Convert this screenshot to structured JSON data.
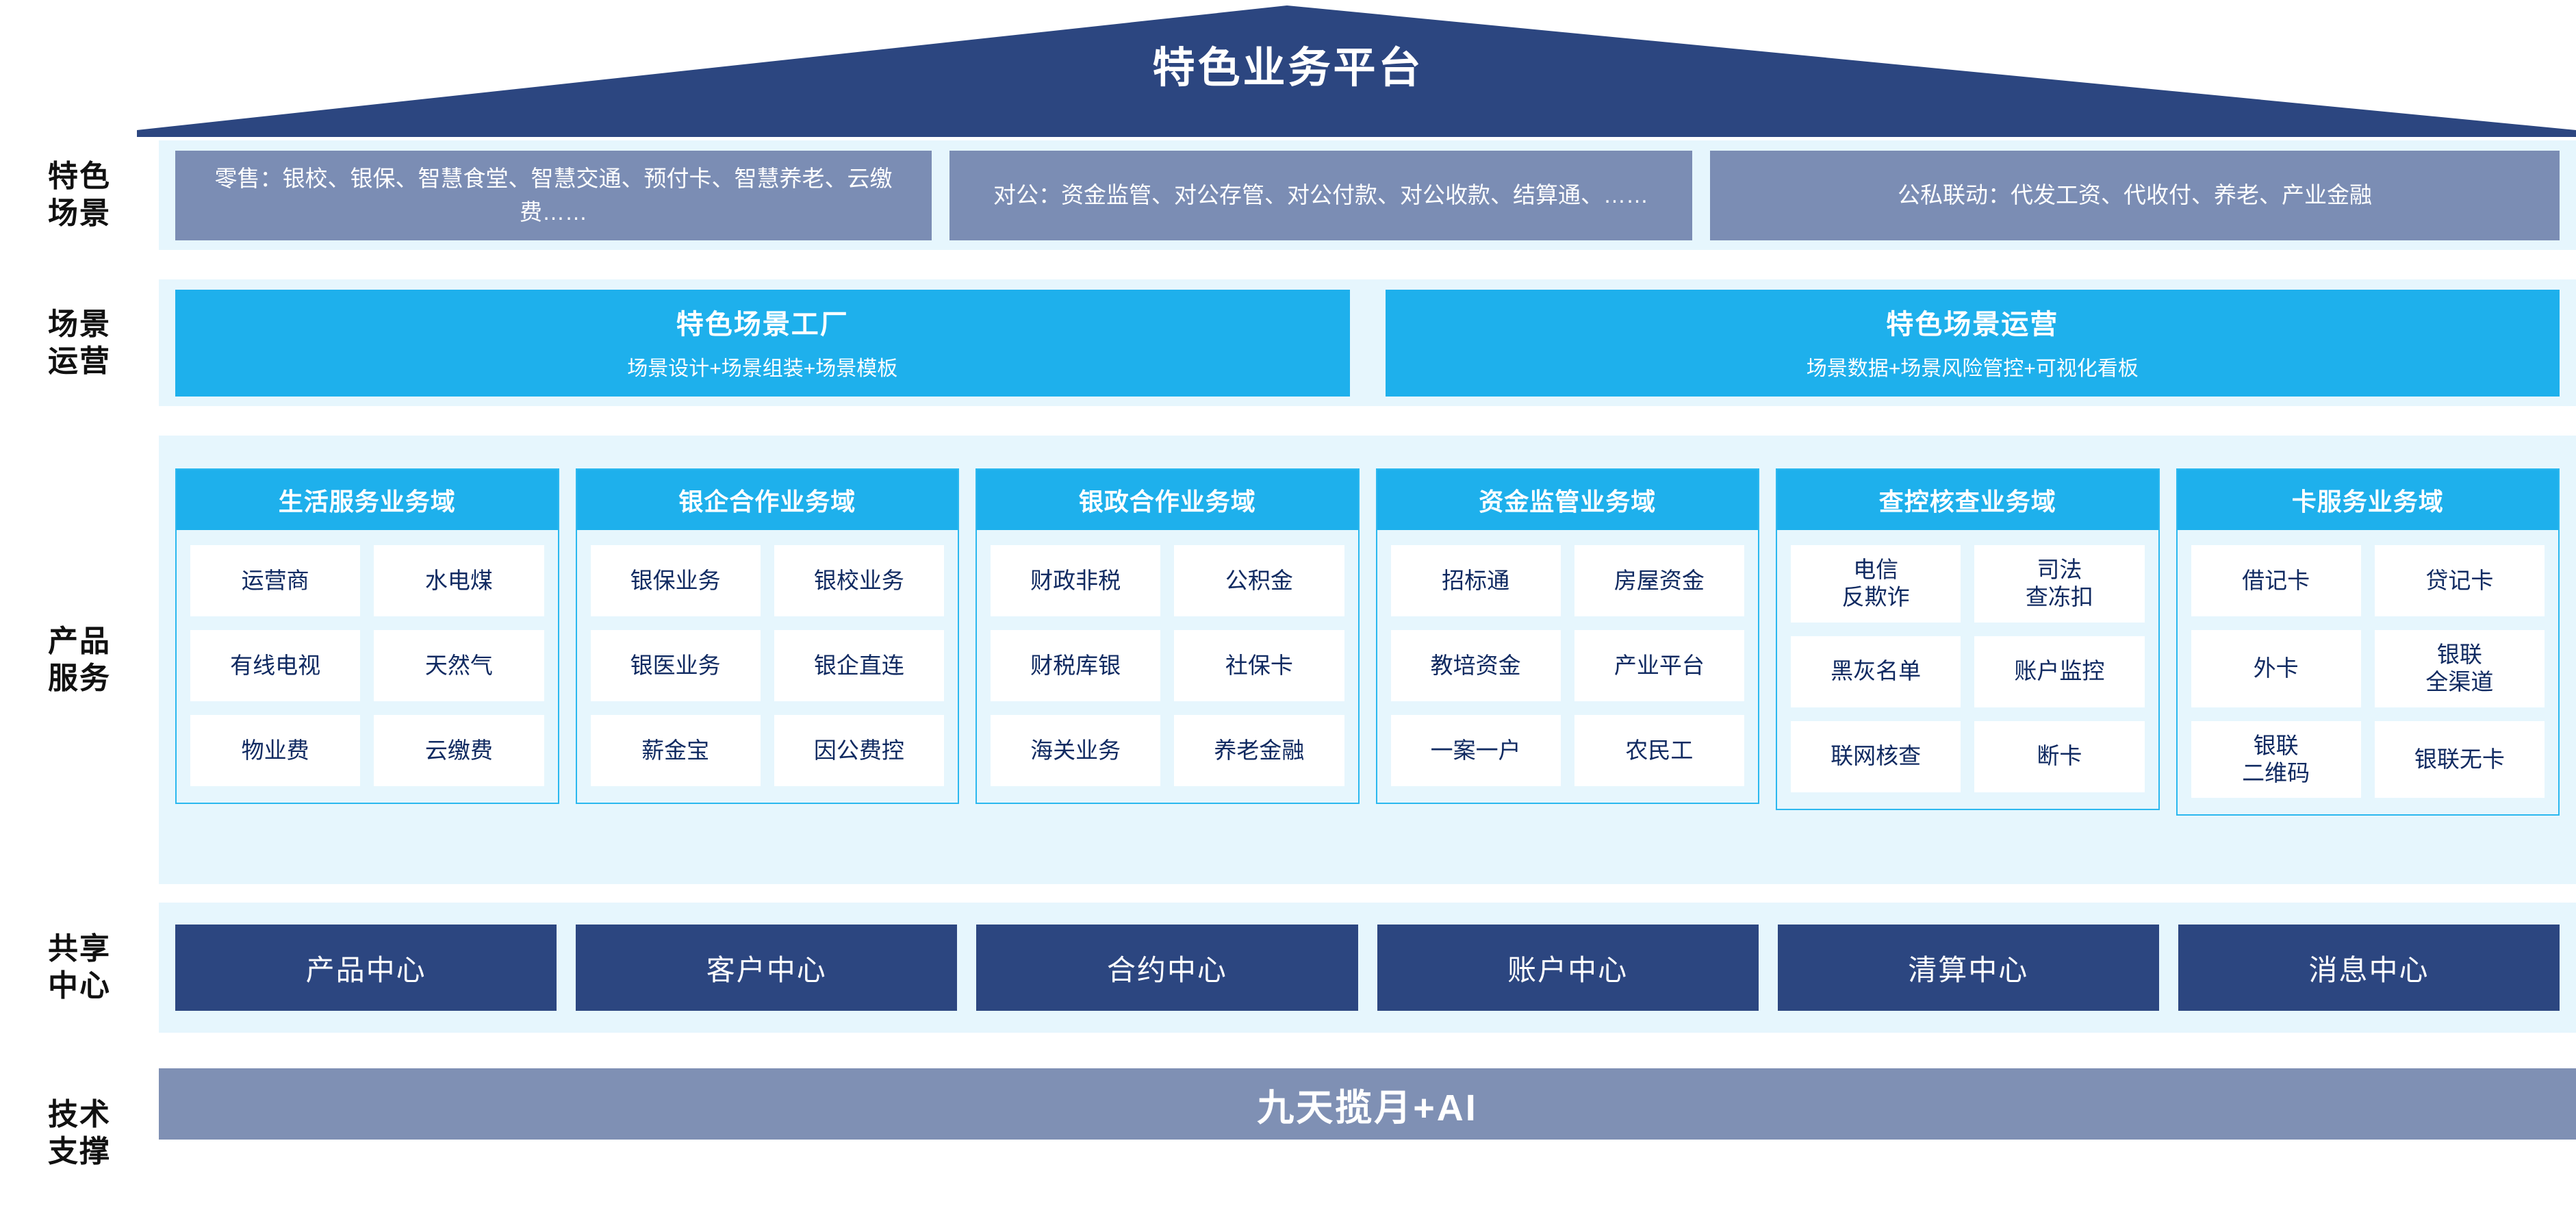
{
  "header": {
    "title": "特色业务平台"
  },
  "colors": {
    "roof": "#2c4680",
    "panel_bg": "#e6f6fd",
    "scene_box": "#7b8db4",
    "cyan": "#1eb0ec",
    "domain_border": "#2bb8ef",
    "shared_center": "#2c4680",
    "tech_bar": "#7f90b4",
    "chip_text": "#102a61"
  },
  "rows": {
    "scene": {
      "label": "特色\n场景",
      "boxes": [
        {
          "text": "零售：银校、银保、智慧食堂、智慧交通、预付卡、智慧养老、云缴费……"
        },
        {
          "text": "对公：资金监管、对公存管、对公付款、对公收款、结算通、……"
        },
        {
          "text": "公私联动：代发工资、代收付、养老、产业金融"
        }
      ]
    },
    "operation": {
      "label": "场景\n运营",
      "boxes": [
        {
          "title": "特色场景工厂",
          "sub": "场景设计+场景组装+场景模板"
        },
        {
          "title": "特色场景运营",
          "sub": "场景数据+场景风险管控+可视化看板"
        }
      ]
    },
    "product": {
      "label": "产品\n服务",
      "domains": [
        {
          "title": "生活服务业务域",
          "rows": [
            [
              "运营商",
              "水电煤"
            ],
            [
              "有线电视",
              "天然气"
            ],
            [
              "物业费",
              "云缴费"
            ]
          ]
        },
        {
          "title": "银企合作业务域",
          "rows": [
            [
              "银保业务",
              "银校业务"
            ],
            [
              "银医业务",
              "银企直连"
            ],
            [
              "薪金宝",
              "因公费控"
            ]
          ]
        },
        {
          "title": "银政合作业务域",
          "rows": [
            [
              "财政非税",
              "公积金"
            ],
            [
              "财税库银",
              "社保卡"
            ],
            [
              "海关业务",
              "养老金融"
            ]
          ]
        },
        {
          "title": "资金监管业务域",
          "rows": [
            [
              "招标通",
              "房屋资金"
            ],
            [
              "教培资金",
              "产业平台"
            ],
            [
              "一案一户",
              "农民工"
            ]
          ]
        },
        {
          "title": "查控核查业务域",
          "rows": [
            [
              "电信\n反欺诈",
              "司法\n查冻扣"
            ],
            [
              "黑灰名单",
              "账户监控"
            ],
            [
              "联网核查",
              "断卡"
            ]
          ]
        },
        {
          "title": "卡服务业务域",
          "rows": [
            [
              "借记卡",
              "贷记卡"
            ],
            [
              "外卡",
              "银联\n全渠道"
            ],
            [
              "银联\n二维码",
              "银联无卡"
            ]
          ]
        }
      ]
    },
    "shared": {
      "label": "共享\n中心",
      "boxes": [
        "产品中心",
        "客户中心",
        "合约中心",
        "账户中心",
        "清算中心",
        "消息中心"
      ]
    },
    "tech": {
      "label": "技术\n支撑",
      "bar": "九天揽月+AI"
    }
  }
}
